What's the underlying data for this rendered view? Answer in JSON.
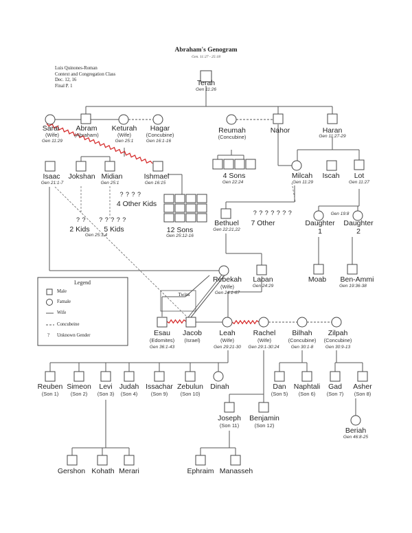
{
  "header": {
    "title": "Abraham's Genogram",
    "subtitle": "Gen. 11:27 - 25:18",
    "author_lines": [
      "Luis Quinones-Roman",
      "Context and Congregation Class",
      "Dec. 12, 16",
      "Final P. 1"
    ]
  },
  "colors": {
    "line": "#555555",
    "conflict": "#d62b2b",
    "text": "#222222"
  },
  "people": {
    "terah": {
      "name": "Terah",
      "ref": "Gen 11:26"
    },
    "sarai": {
      "name": "Sarai",
      "sub": "(Wife)",
      "ref": "Gen 11:29"
    },
    "abram": {
      "name": "Abram",
      "sub": "(Abraham)"
    },
    "keturah": {
      "name": "Keturah",
      "sub": "(Wife)",
      "ref": "Gen 25:1"
    },
    "hagar": {
      "name": "Hagar",
      "sub": "(Concubine)",
      "ref": "Gen 16:1-16"
    },
    "reumah": {
      "name": "Reumah",
      "sub": "(Concubine)"
    },
    "nahor": {
      "name": "Nahor"
    },
    "haran": {
      "name": "Haran",
      "ref": "Gen 11:27-29"
    },
    "isaac": {
      "name": "Isaac",
      "ref": "Gen 21:1-7"
    },
    "jokshan": {
      "name": "Jokshan"
    },
    "midian": {
      "name": "Midian",
      "ref": "Gen 25:1"
    },
    "ishmael": {
      "name": "Ishmael",
      "ref": "Gen 16:15"
    },
    "four_sons": {
      "name": "4 Sons",
      "ref": "Gen 22:24"
    },
    "milcah": {
      "name": "Milcah",
      "ref": "Gen 11:29"
    },
    "iscah": {
      "name": "Iscah"
    },
    "lot": {
      "name": "Lot",
      "ref": "Gen 11:27"
    },
    "other_kids": {
      "marks": "? ? ? ?",
      "name": "4 Other Kids"
    },
    "two_kids": {
      "marks": "? ?",
      "name": "2 Kids"
    },
    "five_kids": {
      "marks": "? ? ? ? ?",
      "name": "5 Kids",
      "ref": "Gen 25:3,4"
    },
    "twelve_sons": {
      "name": "12 Sons",
      "ref": "Gen 25:12-16"
    },
    "bethuel": {
      "name": "Bethuel",
      "ref": "Gen 22:21,22"
    },
    "seven_other": {
      "marks": "? ? ? ? ? ? ?",
      "name": "7 Other"
    },
    "daughter1": {
      "name": "Daughter",
      "sub": "1"
    },
    "daughter2": {
      "name": "Daughter",
      "sub": "2"
    },
    "gen19": {
      "ref": "Gen 19:8"
    },
    "rebekah": {
      "name": "Rebekah",
      "sub": "(Wife)",
      "ref": "Gen 24:1-67"
    },
    "laban": {
      "name": "Laban",
      "ref": "Gen 24:29"
    },
    "moab": {
      "name": "Moab"
    },
    "ben_ammi": {
      "name": "Ben-Ammi",
      "ref": "Gen 19:36-38"
    },
    "esau": {
      "name": "Esau",
      "sub": "(Edomites)",
      "ref": "Gen 36:1-43"
    },
    "jacob": {
      "name": "Jacob",
      "sub": "(Israel)"
    },
    "twins": {
      "name": "Twins"
    },
    "leah": {
      "name": "Leah",
      "sub": "(Wife)",
      "ref": "Gen 29:21-30"
    },
    "rachel": {
      "name": "Rachel",
      "sub": "(Wife)",
      "ref": "Gen 29:1-30:24"
    },
    "bilhah": {
      "name": "Bilhah",
      "sub": "(Concubine)",
      "ref": "Gen 30:1-8"
    },
    "zilpah": {
      "name": "Zilpah",
      "sub": "(Concubine)",
      "ref": "Gen 30:9-13"
    },
    "reuben": {
      "name": "Reuben",
      "sub": "(Son 1)"
    },
    "simeon": {
      "name": "Simeon",
      "sub": "(Son 2)"
    },
    "levi": {
      "name": "Levi",
      "sub": "(Son 3)"
    },
    "judah": {
      "name": "Judah",
      "sub": "(Son 4)"
    },
    "issachar": {
      "name": "Issachar",
      "sub": "(Son 9)"
    },
    "zebulun": {
      "name": "Zebulun",
      "sub": "(Son 10)"
    },
    "dinah": {
      "name": "Dinah"
    },
    "dan": {
      "name": "Dan",
      "sub": "(Son 5)"
    },
    "naphtali": {
      "name": "Naphtali",
      "sub": "(Son 6)"
    },
    "gad": {
      "name": "Gad",
      "sub": "(Son 7)"
    },
    "asher": {
      "name": "Asher",
      "sub": "(Son 8)"
    },
    "joseph": {
      "name": "Joseph",
      "sub": "(Son 11)"
    },
    "benjamin": {
      "name": "Benjamin",
      "sub": "(Son 12)"
    },
    "beriah": {
      "name": "Beriah",
      "ref": "Gen 46:8-25"
    },
    "gershon": {
      "name": "Gershon"
    },
    "kohath": {
      "name": "Kohath"
    },
    "merari": {
      "name": "Merari"
    },
    "ephraim": {
      "name": "Ephraim"
    },
    "manasseh": {
      "name": "Manasseh"
    }
  },
  "legend": {
    "title": "Legend",
    "male": "Male",
    "female": "Famale",
    "wife": "Wife",
    "concubine": "Concubeine",
    "unknown_mark": "?",
    "unknown": "Unknown Gender"
  }
}
